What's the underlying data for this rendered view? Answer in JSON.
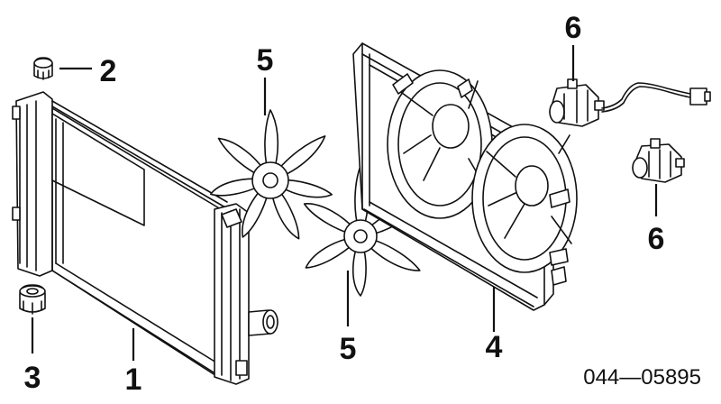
{
  "diagram": {
    "callouts": {
      "radiator": "1",
      "radiator_cap": "2",
      "mount_cushion": "3",
      "fan_shroud": "4",
      "fan_upper": "5",
      "fan_lower": "5",
      "motor_upper": "6",
      "motor_lower": "6"
    },
    "drawing_code": "044—05895",
    "colors": {
      "ink": "#111111",
      "paper": "#ffffff"
    }
  }
}
